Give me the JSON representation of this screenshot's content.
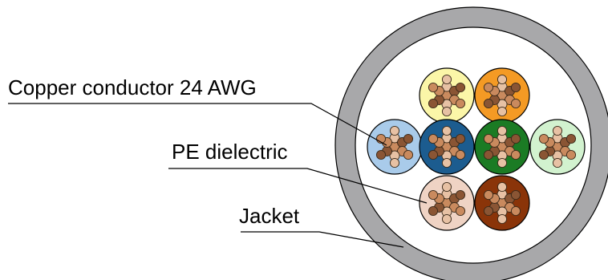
{
  "labels": {
    "conductor": "Copper conductor 24 AWG",
    "dielectric": "PE dielectric",
    "jacket": "Jacket"
  },
  "colors": {
    "jacket": "#a8a8aa",
    "background": "#ffffff",
    "copper_light": "#e7c1a4",
    "copper_mid": "#c98a5e",
    "copper_dark": "#8a5534",
    "outline": "#000000"
  },
  "pairs": [
    {
      "name": "yellow",
      "color": "#fbf6a8"
    },
    {
      "name": "orange",
      "color": "#f49a24"
    },
    {
      "name": "light-blue",
      "color": "#a9cbea"
    },
    {
      "name": "blue",
      "color": "#1c5c8f"
    },
    {
      "name": "green",
      "color": "#1b7b24"
    },
    {
      "name": "light-green",
      "color": "#d2f2cf"
    },
    {
      "name": "light-brown",
      "color": "#efd3c4"
    },
    {
      "name": "brown",
      "color": "#8a3409"
    }
  ]
}
